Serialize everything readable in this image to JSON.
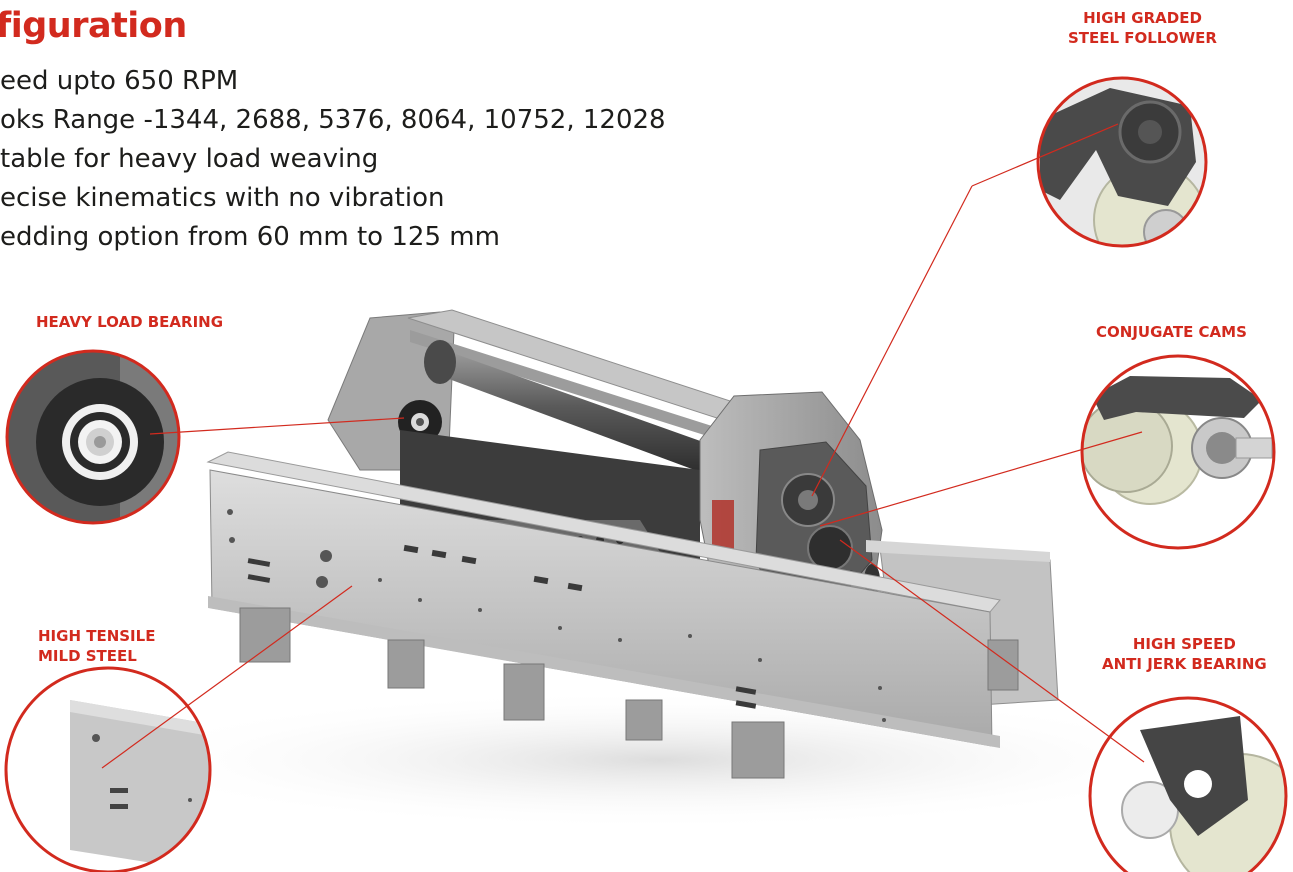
{
  "header": {
    "title": "figuration"
  },
  "specs": [
    "eed upto 650 RPM",
    "oks Range -1344, 2688, 5376, 8064, 10752, 12028",
    "table for heavy load weaving",
    "ecise kinematics with no vibration",
    "edding option from 60 mm to 125 mm"
  ],
  "callouts": {
    "steel_follower": {
      "line1": "HIGH GRADED",
      "line2": "STEEL FOLLOWER"
    },
    "heavy_load_bearing": {
      "line1": "HEAVY LOAD BEARING"
    },
    "conjugate_cams": {
      "line1": "CONJUGATE CAMS"
    },
    "mild_steel": {
      "line1": "HIGH TENSILE",
      "line2": "MILD STEEL"
    },
    "anti_jerk_bearing": {
      "line1": "HIGH SPEED",
      "line2": "ANTI JERK BEARING"
    }
  },
  "colors": {
    "accent": "#d22a1e",
    "text": "#1d1d1b",
    "steel_light": "#c9c9c9",
    "steel_dark": "#3a3a3a",
    "cam_cream": "#e4e5cf"
  },
  "illustration": {
    "subject": "cam-motion-machine-assembly",
    "detail_views": [
      "steel-follower-detail",
      "bearing-detail",
      "conjugate-cams-detail",
      "mild-steel-frame-detail",
      "anti-jerk-bearing-detail"
    ]
  }
}
